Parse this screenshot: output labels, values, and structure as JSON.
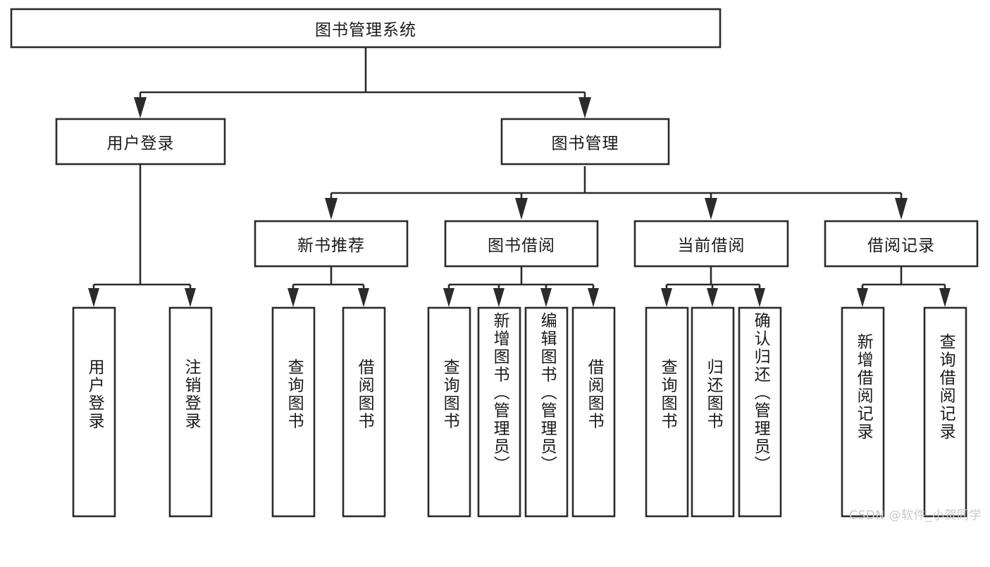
{
  "diagram": {
    "type": "hierarchy-tree",
    "title": "图书管理系统",
    "root": {
      "id": "root",
      "label": "图书管理系统",
      "orientation": "horizontal"
    },
    "level2": [
      {
        "id": "user-login",
        "label": "用户登录",
        "orientation": "horizontal"
      },
      {
        "id": "book-management",
        "label": "图书管理",
        "orientation": "horizontal"
      }
    ],
    "level3": [
      {
        "id": "new-book-recommend",
        "label": "新书推荐",
        "orientation": "horizontal",
        "parent": "book-management"
      },
      {
        "id": "book-borrow",
        "label": "图书借阅",
        "orientation": "horizontal",
        "parent": "book-management"
      },
      {
        "id": "current-borrow",
        "label": "当前借阅",
        "orientation": "horizontal",
        "parent": "book-management"
      },
      {
        "id": "borrow-record",
        "label": "借阅记录",
        "orientation": "horizontal",
        "parent": "book-management"
      }
    ],
    "leaves": [
      {
        "id": "leaf-user-login",
        "label": "用户登录",
        "orientation": "vertical",
        "parent": "user-login"
      },
      {
        "id": "leaf-user-logout",
        "label": "注销登录",
        "orientation": "vertical",
        "parent": "user-login"
      },
      {
        "id": "leaf-query-book-1",
        "label": "查询图书",
        "orientation": "vertical",
        "parent": "new-book-recommend"
      },
      {
        "id": "leaf-borrow-book-1",
        "label": "借阅图书",
        "orientation": "vertical",
        "parent": "new-book-recommend"
      },
      {
        "id": "leaf-query-book-2",
        "label": "查询图书",
        "orientation": "vertical",
        "parent": "book-borrow"
      },
      {
        "id": "leaf-add-book",
        "label": "新增图书（管理员）",
        "orientation": "vertical",
        "parent": "book-borrow"
      },
      {
        "id": "leaf-edit-book",
        "label": "编辑图书（管理员）",
        "orientation": "vertical",
        "parent": "book-borrow"
      },
      {
        "id": "leaf-borrow-book-2",
        "label": "借阅图书",
        "orientation": "vertical",
        "parent": "book-borrow"
      },
      {
        "id": "leaf-query-book-3",
        "label": "查询图书",
        "orientation": "vertical",
        "parent": "current-borrow"
      },
      {
        "id": "leaf-return-book",
        "label": "归还图书",
        "orientation": "vertical",
        "parent": "current-borrow"
      },
      {
        "id": "leaf-confirm-return",
        "label": "确认归还（管理员）",
        "orientation": "vertical",
        "parent": "current-borrow"
      },
      {
        "id": "leaf-add-record",
        "label": "新增借阅记录",
        "orientation": "vertical",
        "parent": "borrow-record"
      },
      {
        "id": "leaf-query-record",
        "label": "查询借阅记录",
        "orientation": "vertical",
        "parent": "borrow-record"
      }
    ]
  },
  "watermark": {
    "text": "CSDN @软件_小贺同学"
  },
  "colors": {
    "stroke": "#2b2b2b",
    "fill": "#ffffff",
    "text": "#1a1a1a",
    "watermark": "#c9c9c9"
  }
}
